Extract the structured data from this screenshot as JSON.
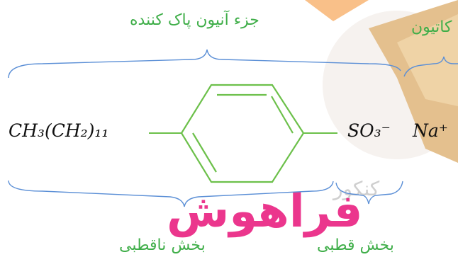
{
  "labels": {
    "anion_part": "جزء آنیون پاک کننده",
    "cation": "کاتیون",
    "nonpolar_part": "بخش ناقطبی",
    "polar_part": "بخش قطبی"
  },
  "formula": {
    "alkyl_chain": "CH₃(CH₂)₁₁",
    "sulfonate": "SO₃⁻",
    "sodium": "Na⁺"
  },
  "watermark": {
    "brand": "فراهوش",
    "subtitle": "کنکور"
  },
  "colors": {
    "label_green": "#3fae49",
    "ring_green": "#6cc04a",
    "brace_blue": "#5b8fd6",
    "watermark_pink": "#e8147a"
  }
}
